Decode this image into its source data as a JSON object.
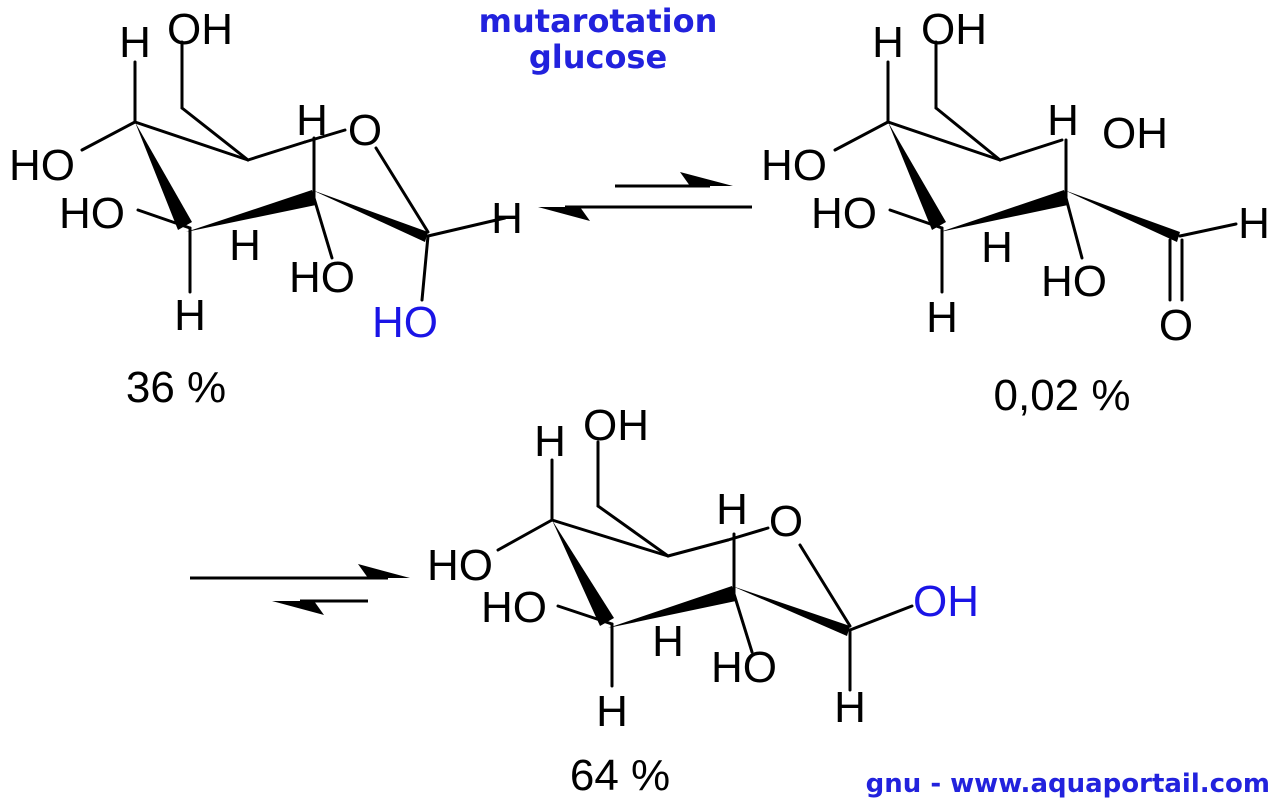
{
  "title": {
    "line1": "mutarotation",
    "line2": "glucose"
  },
  "credit": "gnu - www.aquaportail.com",
  "colors": {
    "title": "#2222dd",
    "highlight_oh": "#1a14e6",
    "bonds": "#000000"
  },
  "molecules": {
    "beta_left": {
      "atoms": {
        "h_top": "H",
        "oh_top": "OH",
        "ho_c4": "HO",
        "h_c5": "H",
        "o_ring": "O",
        "ho_c3": "HO",
        "h_c1": "H",
        "h_c3": "H",
        "ho_c2": "HO",
        "h_bottom": "H",
        "ho_anomeric": "HO"
      },
      "percent": "36 %"
    },
    "open_chain": {
      "atoms": {
        "h_top": "H",
        "oh_top": "OH",
        "ho_c4": "HO",
        "h_c5": "H",
        "oh_c5": "OH",
        "ho_c3": "HO",
        "h_aldehyde": "H",
        "h_c3": "H",
        "ho_c2": "HO",
        "o_aldehyde": "O",
        "h_bottom": "H"
      },
      "percent": "0,02 %"
    },
    "alpha_bottom": {
      "atoms": {
        "h_top": "H",
        "oh_top": "OH",
        "ho_c4": "HO",
        "h_c5": "H",
        "o_ring": "O",
        "ho_c3": "HO",
        "oh_anomeric": "OH",
        "h_c3": "H",
        "ho_c2": "HO",
        "h_bottom": "H",
        "h_c1": "H"
      },
      "percent": "64 %"
    }
  }
}
